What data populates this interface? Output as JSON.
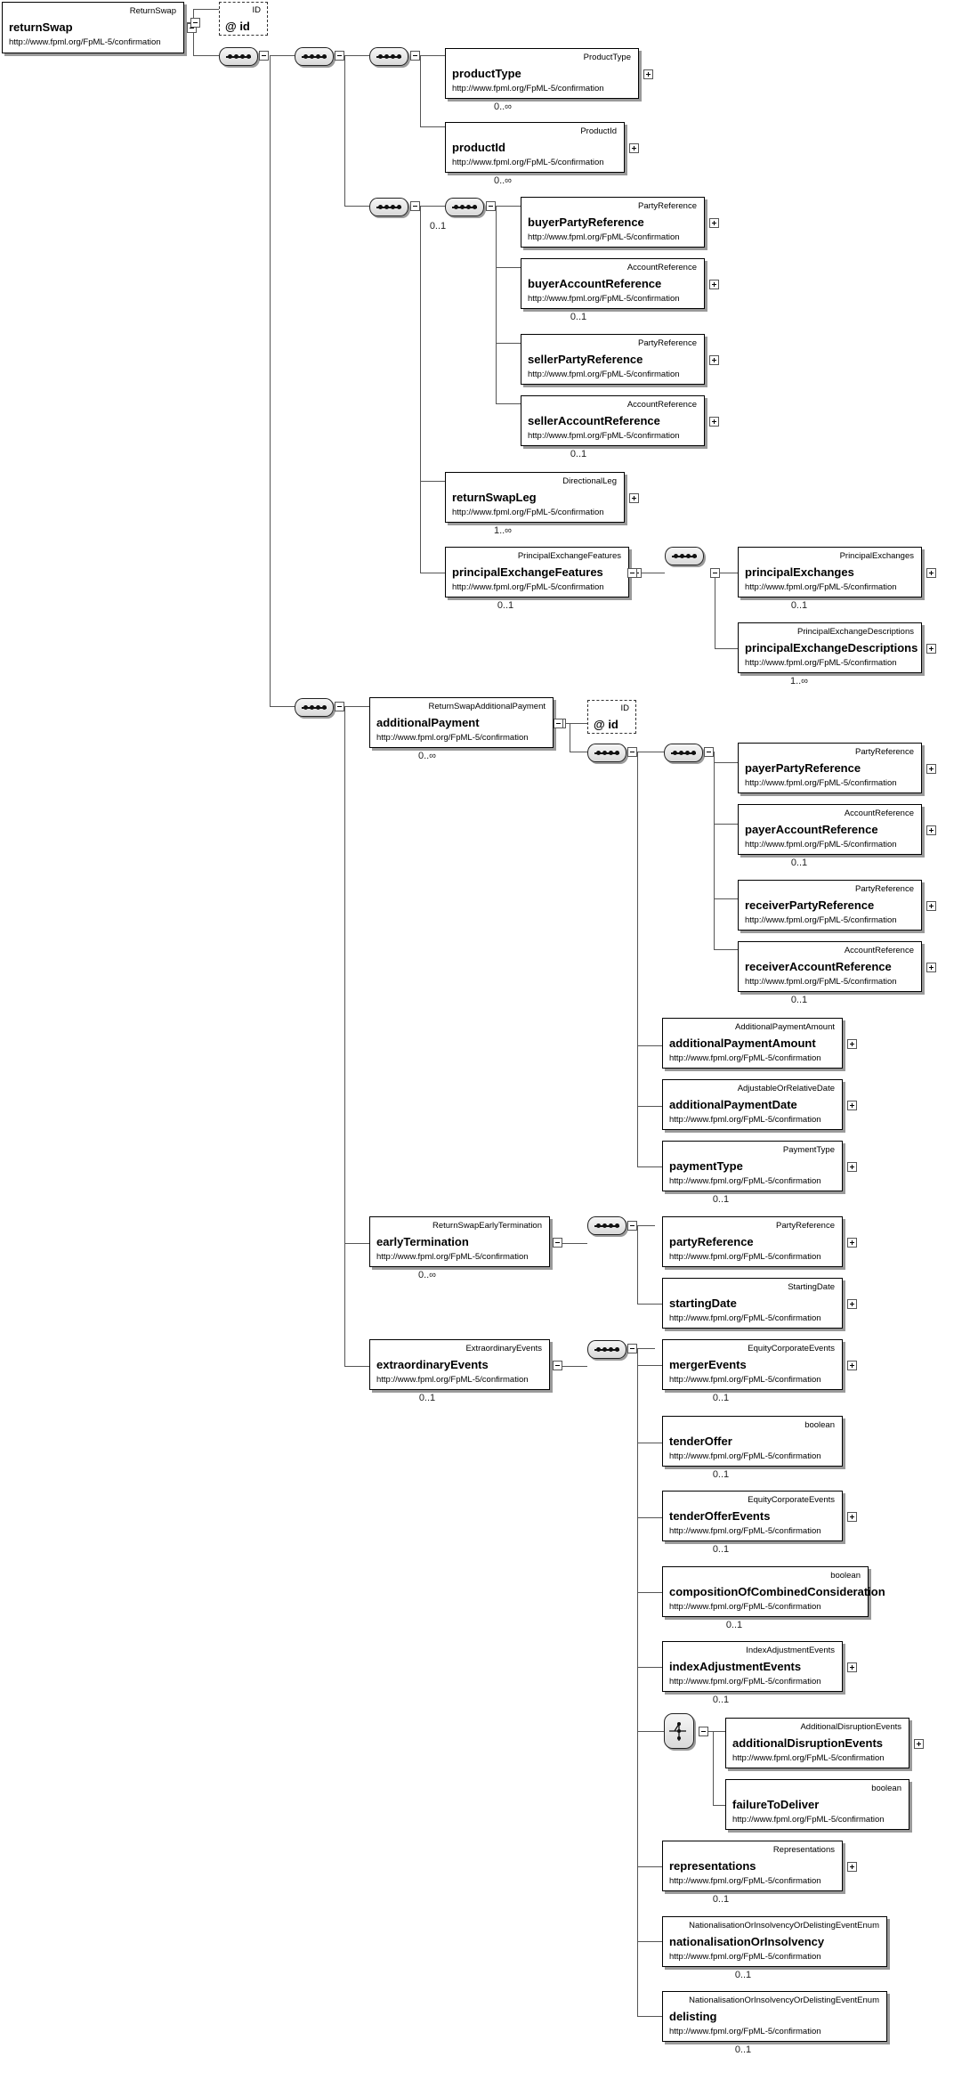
{
  "nodes": [
    {
      "id": "returnSwap",
      "type": "ReturnSwap",
      "name": "returnSwap",
      "ns": "http://www.fpml.org/FpML-5/confirmation",
      "card": ""
    },
    {
      "id": "productType",
      "type": "ProductType",
      "name": "productType",
      "ns": "http://www.fpml.org/FpML-5/confirmation",
      "card": "0..∞"
    },
    {
      "id": "productId",
      "type": "ProductId",
      "name": "productId",
      "ns": "http://www.fpml.org/FpML-5/confirmation",
      "card": "0..∞"
    },
    {
      "id": "buyerPartyReference",
      "type": "PartyReference",
      "name": "buyerPartyReference",
      "ns": "http://www.fpml.org/FpML-5/confirmation",
      "card": ""
    },
    {
      "id": "buyerAccountReference",
      "type": "AccountReference",
      "name": "buyerAccountReference",
      "ns": "http://www.fpml.org/FpML-5/confirmation",
      "card": "0..1"
    },
    {
      "id": "sellerPartyReference",
      "type": "PartyReference",
      "name": "sellerPartyReference",
      "ns": "http://www.fpml.org/FpML-5/confirmation",
      "card": ""
    },
    {
      "id": "sellerAccountReference",
      "type": "AccountReference",
      "name": "sellerAccountReference",
      "ns": "http://www.fpml.org/FpML-5/confirmation",
      "card": "0..1"
    },
    {
      "id": "returnSwapLeg",
      "type": "DirectionalLeg",
      "name": "returnSwapLeg",
      "ns": "http://www.fpml.org/FpML-5/confirmation",
      "card": "1..∞"
    },
    {
      "id": "principalExchangeFeatures",
      "type": "PrincipalExchangeFeatures",
      "name": "principalExchangeFeatures",
      "ns": "http://www.fpml.org/FpML-5/confirmation",
      "card": "0..1"
    },
    {
      "id": "principalExchanges",
      "type": "PrincipalExchanges",
      "name": "principalExchanges",
      "ns": "http://www.fpml.org/FpML-5/confirmation",
      "card": "0..1"
    },
    {
      "id": "principalExchangeDescriptions",
      "type": "PrincipalExchangeDescriptions",
      "name": "principalExchangeDescriptions",
      "ns": "http://www.fpml.org/FpML-5/confirmation",
      "card": "1..∞"
    },
    {
      "id": "additionalPayment",
      "type": "ReturnSwapAdditionalPayment",
      "name": "additionalPayment",
      "ns": "http://www.fpml.org/FpML-5/confirmation",
      "card": "0..∞"
    },
    {
      "id": "payerPartyReference",
      "type": "PartyReference",
      "name": "payerPartyReference",
      "ns": "http://www.fpml.org/FpML-5/confirmation",
      "card": ""
    },
    {
      "id": "payerAccountReference",
      "type": "AccountReference",
      "name": "payerAccountReference",
      "ns": "http://www.fpml.org/FpML-5/confirmation",
      "card": "0..1"
    },
    {
      "id": "receiverPartyReference",
      "type": "PartyReference",
      "name": "receiverPartyReference",
      "ns": "http://www.fpml.org/FpML-5/confirmation",
      "card": ""
    },
    {
      "id": "receiverAccountReference",
      "type": "AccountReference",
      "name": "receiverAccountReference",
      "ns": "http://www.fpml.org/FpML-5/confirmation",
      "card": "0..1"
    },
    {
      "id": "additionalPaymentAmount",
      "type": "AdditionalPaymentAmount",
      "name": "additionalPaymentAmount",
      "ns": "http://www.fpml.org/FpML-5/confirmation",
      "card": ""
    },
    {
      "id": "additionalPaymentDate",
      "type": "AdjustableOrRelativeDate",
      "name": "additionalPaymentDate",
      "ns": "http://www.fpml.org/FpML-5/confirmation",
      "card": ""
    },
    {
      "id": "paymentType",
      "type": "PaymentType",
      "name": "paymentType",
      "ns": "http://www.fpml.org/FpML-5/confirmation",
      "card": "0..1"
    },
    {
      "id": "earlyTermination",
      "type": "ReturnSwapEarlyTermination",
      "name": "earlyTermination",
      "ns": "http://www.fpml.org/FpML-5/confirmation",
      "card": "0..∞"
    },
    {
      "id": "partyReference",
      "type": "PartyReference",
      "name": "partyReference",
      "ns": "http://www.fpml.org/FpML-5/confirmation",
      "card": ""
    },
    {
      "id": "startingDate",
      "type": "StartingDate",
      "name": "startingDate",
      "ns": "http://www.fpml.org/FpML-5/confirmation",
      "card": ""
    },
    {
      "id": "extraordinaryEvents",
      "type": "ExtraordinaryEvents",
      "name": "extraordinaryEvents",
      "ns": "http://www.fpml.org/FpML-5/confirmation",
      "card": "0..1"
    },
    {
      "id": "mergerEvents",
      "type": "EquityCorporateEvents",
      "name": "mergerEvents",
      "ns": "http://www.fpml.org/FpML-5/confirmation",
      "card": "0..1"
    },
    {
      "id": "tenderOffer",
      "type": "boolean",
      "name": "tenderOffer",
      "ns": "http://www.fpml.org/FpML-5/confirmation",
      "card": "0..1"
    },
    {
      "id": "tenderOfferEvents",
      "type": "EquityCorporateEvents",
      "name": "tenderOfferEvents",
      "ns": "http://www.fpml.org/FpML-5/confirmation",
      "card": "0..1"
    },
    {
      "id": "compositionOfCombinedConsideration",
      "type": "boolean",
      "name": "compositionOfCombinedConsideration",
      "ns": "http://www.fpml.org/FpML-5/confirmation",
      "card": "0..1"
    },
    {
      "id": "indexAdjustmentEvents",
      "type": "IndexAdjustmentEvents",
      "name": "indexAdjustmentEvents",
      "ns": "http://www.fpml.org/FpML-5/confirmation",
      "card": "0..1"
    },
    {
      "id": "additionalDisruptionEvents",
      "type": "AdditionalDisruptionEvents",
      "name": "additionalDisruptionEvents",
      "ns": "http://www.fpml.org/FpML-5/confirmation",
      "card": ""
    },
    {
      "id": "failureToDeliver",
      "type": "boolean",
      "name": "failureToDeliver",
      "ns": "http://www.fpml.org/FpML-5/confirmation",
      "card": ""
    },
    {
      "id": "representations",
      "type": "Representations",
      "name": "representations",
      "ns": "http://www.fpml.org/FpML-5/confirmation",
      "card": "0..1"
    },
    {
      "id": "nationalisationOrInsolvency",
      "type": "NationalisationOrInsolvencyOrDelistingEventEnum",
      "name": "nationalisationOrInsolvency",
      "ns": "http://www.fpml.org/FpML-5/confirmation",
      "card": "0..1"
    },
    {
      "id": "delisting",
      "type": "NationalisationOrInsolvencyOrDelistingEventEnum",
      "name": "delisting",
      "ns": "http://www.fpml.org/FpML-5/confirmation",
      "card": "0..1"
    }
  ],
  "attributes": [
    {
      "id": "returnSwapId",
      "type": "ID",
      "name": "id",
      "prefix": "@"
    },
    {
      "id": "additionalPaymentId",
      "type": "ID",
      "name": "id",
      "prefix": "@"
    }
  ],
  "compositors": [
    {
      "id": "s1",
      "kind": "sequence",
      "card": ""
    },
    {
      "id": "s2",
      "kind": "sequence",
      "card": ""
    },
    {
      "id": "s3",
      "kind": "sequence",
      "card": ""
    },
    {
      "id": "s4",
      "kind": "sequence",
      "card": ""
    },
    {
      "id": "s5",
      "kind": "sequence",
      "card": "0..1"
    },
    {
      "id": "s6",
      "kind": "sequence",
      "card": ""
    },
    {
      "id": "s7",
      "kind": "sequence",
      "card": ""
    },
    {
      "id": "s8",
      "kind": "sequence",
      "card": ""
    },
    {
      "id": "s9",
      "kind": "sequence",
      "card": ""
    },
    {
      "id": "s10",
      "kind": "sequence",
      "card": ""
    },
    {
      "id": "s11",
      "kind": "sequence",
      "card": ""
    },
    {
      "id": "c1",
      "kind": "choice",
      "card": ""
    }
  ]
}
